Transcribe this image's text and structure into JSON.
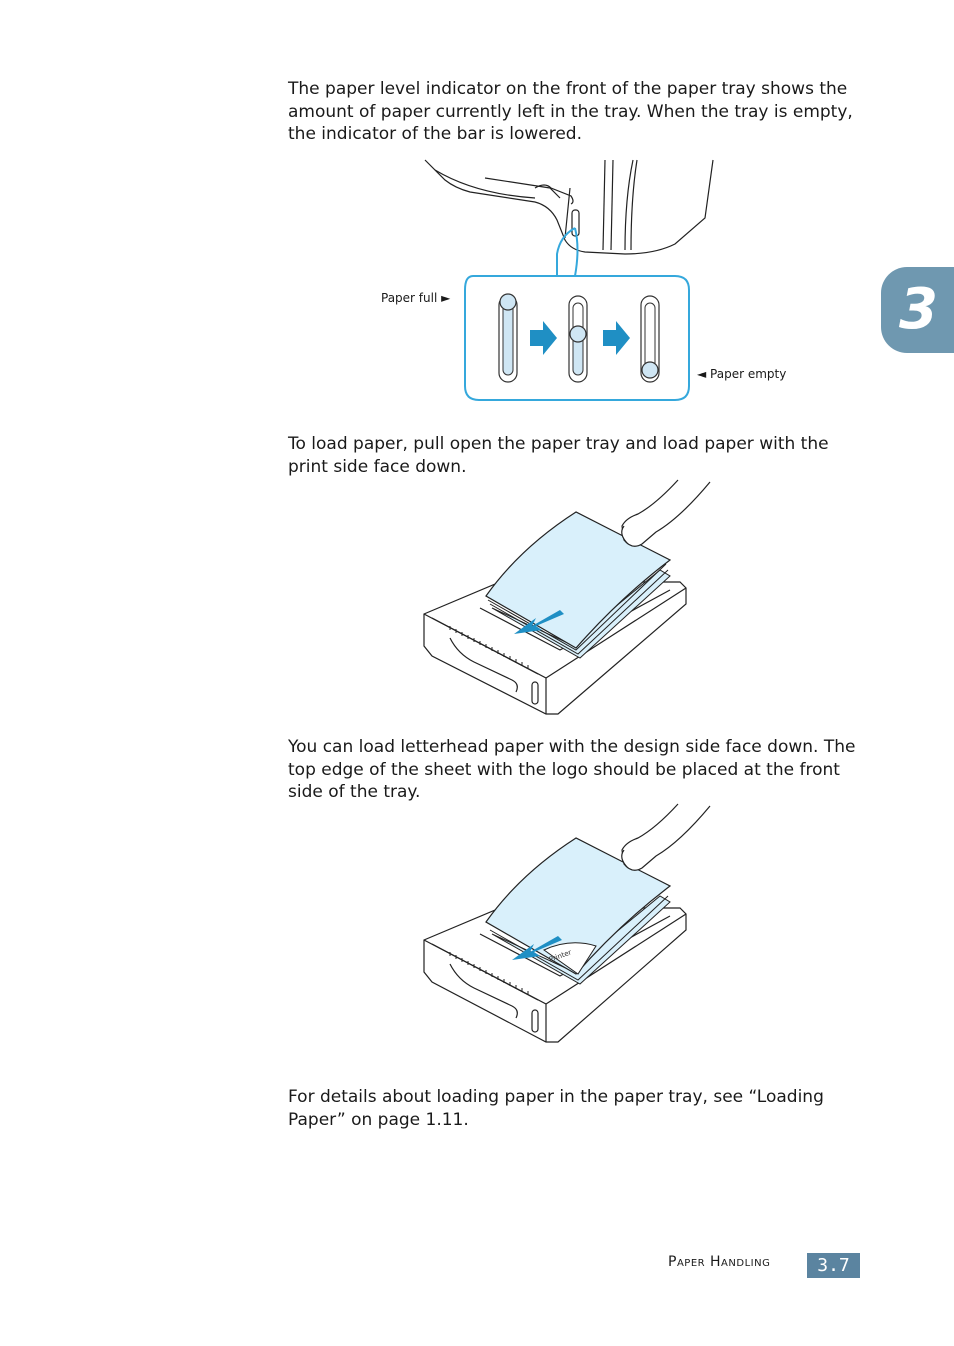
{
  "paragraphs": {
    "p1": "The paper level indicator on the front of the paper tray shows the amount of paper currently left in the tray. When the tray is empty, the indicator of the bar is lowered.",
    "p2": "To load paper, pull open the paper tray and load paper with the print side face down.",
    "p3": "You can load letterhead paper with the design side face down. The top edge of the sheet with the logo should be placed at the front side of the tray.",
    "p4": "For details about loading paper in the paper tray, see “Loading Paper” on page 1.11."
  },
  "figure1": {
    "label_full": "Paper full ►",
    "label_empty": "◄ Paper empty"
  },
  "figure3": {
    "letterhead_text": "Printer"
  },
  "chapter_tab": {
    "number": "3"
  },
  "footer": {
    "section": "Paper Handling",
    "page": "3.7"
  },
  "colors": {
    "accent": "#5b84a0",
    "chapter_tab": "#6f98b0",
    "arrow": "#1f8fc4",
    "paper": "#d9f0fb",
    "indicator_fill": "#cfe6f4",
    "callout_border": "#35a8dc"
  }
}
